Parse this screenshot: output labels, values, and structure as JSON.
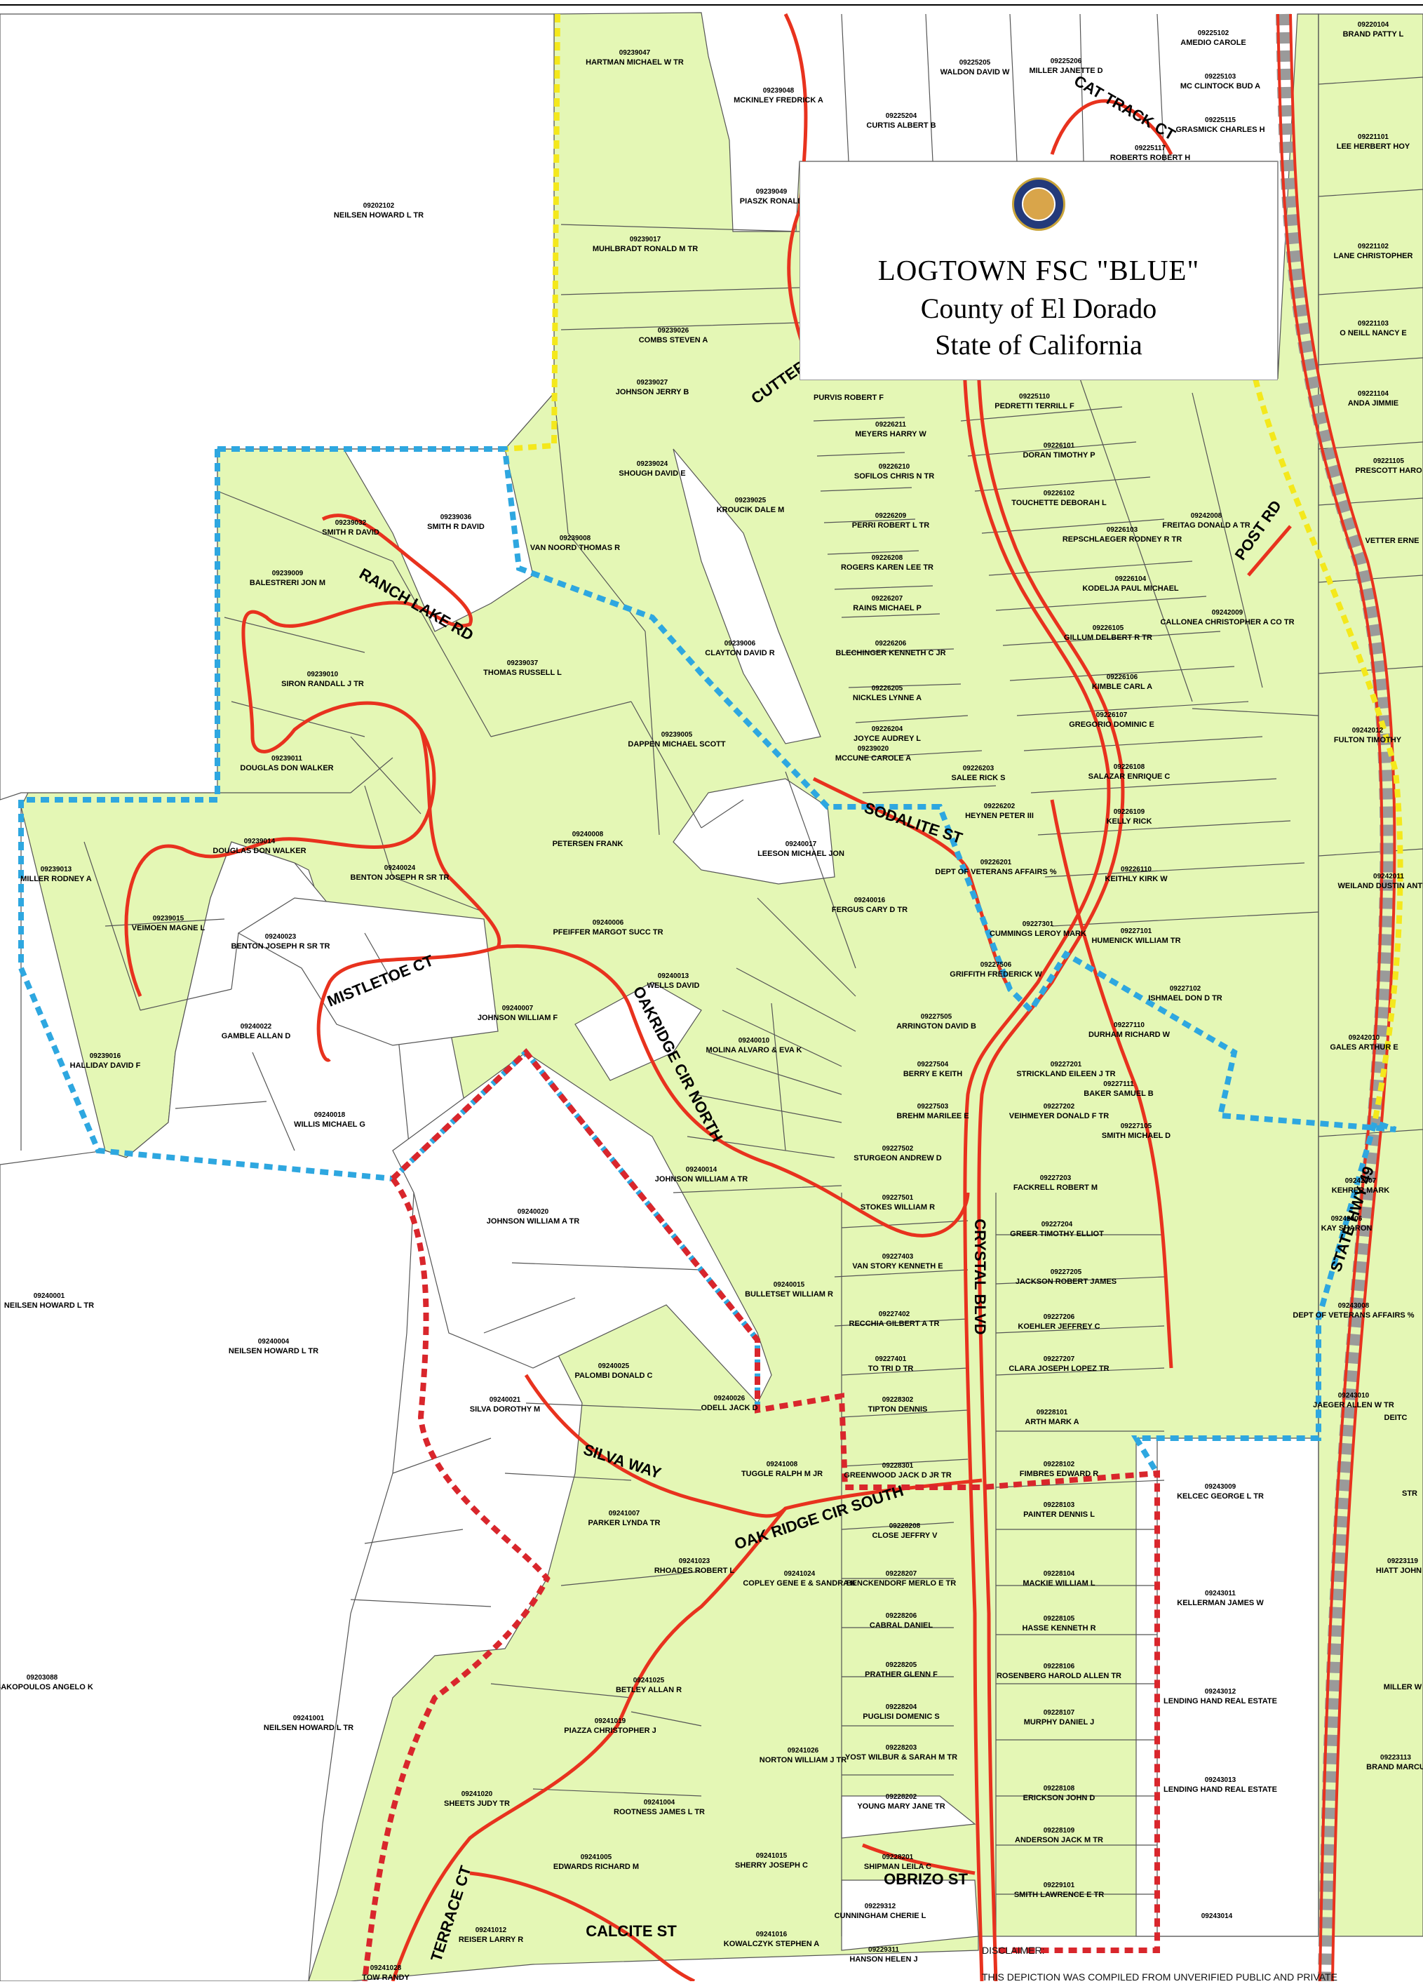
{
  "title": {
    "line1": "LOGTOWN  FSC  \"BLUE\"",
    "line2": "County of El Dorado",
    "line3": "State of California"
  },
  "colors": {
    "parcel_fill": "#e4f7b5",
    "road_red": "#e8321e",
    "fsc_blue_boundary": "#2ea7e0",
    "yellow_boundary": "#f4e81c",
    "red_boundary": "#d9262c",
    "highway_gray": "#9a9a9a"
  },
  "icons": {
    "seal": "el-dorado-county-seal-icon"
  },
  "roads": [
    "CAT TRACK CT",
    "CUTTER RD",
    "POST RD",
    "RANCH LAKE RD",
    "SODALITE ST",
    "MISTLETOE CT",
    "OAKRIDGE CIR NORTH",
    "CRYSTAL BLVD",
    "STATE HWY 49",
    "SILVA WAY",
    "OAK RIDGE CIR SOUTH",
    "TERRACE CT",
    "CALCITE ST",
    "OBRIZO ST"
  ],
  "parcels": [
    {
      "apn": "09239047",
      "owner": "HARTMAN MICHAEL W TR"
    },
    {
      "apn": "09239048",
      "owner": "MCKINLEY FREDRICK A"
    },
    {
      "apn": "09225205",
      "owner": "WALDON DAVID W"
    },
    {
      "apn": "09225206",
      "owner": "MILLER JANETTE D"
    },
    {
      "apn": "09225102",
      "owner": "AMEDIO CAROLE"
    },
    {
      "apn": "09225103",
      "owner": "MC CLINTOCK BUD A"
    },
    {
      "apn": "09225115",
      "owner": "GRASMICK CHARLES H"
    },
    {
      "apn": "09225204",
      "owner": "CURTIS ALBERT B"
    },
    {
      "apn": "09225117",
      "owner": "ROBERTS ROBERT H"
    },
    {
      "apn": "09220104",
      "owner": "BRAND PATTY L"
    },
    {
      "apn": "09221101",
      "owner": "LEE HERBERT HOY"
    },
    {
      "apn": "09202102",
      "owner": "NEILSEN HOWARD L TR"
    },
    {
      "apn": "09239049",
      "owner": "PIASZK RONALD"
    },
    {
      "apn": "09239017",
      "owner": "MUHLBRADT RONALD M TR"
    },
    {
      "apn": "09221102",
      "owner": "LANE CHRISTOPHER"
    },
    {
      "apn": "09221103",
      "owner": "O NEILL NANCY E"
    },
    {
      "apn": "09239026",
      "owner": "COMBS STEVEN A"
    },
    {
      "apn": "09221104",
      "owner": "ANDA JIMMIE"
    },
    {
      "apn": "09239027",
      "owner": "JOHNSON JERRY B"
    },
    {
      "apn": "",
      "owner": "PURVIS ROBERT F"
    },
    {
      "apn": "09225110",
      "owner": "PEDRETTI TERRILL F"
    },
    {
      "apn": "09226211",
      "owner": "MEYERS HARRY W"
    },
    {
      "apn": "09226101",
      "owner": "DORAN TIMOTHY P"
    },
    {
      "apn": "09221105",
      "owner": "PRESCOTT HARO"
    },
    {
      "apn": "09239024",
      "owner": "SHOUGH DAVID E"
    },
    {
      "apn": "09226210",
      "owner": "SOFILOS CHRIS N TR"
    },
    {
      "apn": "09226102",
      "owner": "TOUCHETTE DEBORAH L"
    },
    {
      "apn": "09239025",
      "owner": "KROUCIK DALE M"
    },
    {
      "apn": "09226209",
      "owner": "PERRI ROBERT L TR"
    },
    {
      "apn": "09242008",
      "owner": "FREITAG DONALD A TR"
    },
    {
      "apn": "09226103",
      "owner": "REPSCHLAEGER RODNEY R TR"
    },
    {
      "apn": "",
      "owner": "VETTER ERNE"
    },
    {
      "apn": "09239032",
      "owner": "SMITH R DAVID"
    },
    {
      "apn": "09239036",
      "owner": "SMITH R DAVID"
    },
    {
      "apn": "09239008",
      "owner": "VAN NOORD THOMAS R"
    },
    {
      "apn": "09226208",
      "owner": "ROGERS KAREN LEE TR"
    },
    {
      "apn": "09226104",
      "owner": "KODELJA PAUL MICHAEL"
    },
    {
      "apn": "09239009",
      "owner": "BALESTRERI JON M"
    },
    {
      "apn": "09226207",
      "owner": "RAINS MICHAEL P"
    },
    {
      "apn": "09242009",
      "owner": "CALLONEA CHRISTOPHER A CO TR"
    },
    {
      "apn": "09226105",
      "owner": "GILLUM DELBERT R TR"
    },
    {
      "apn": "09239006",
      "owner": "CLAYTON DAVID R"
    },
    {
      "apn": "09226206",
      "owner": "BLECHINGER KENNETH C JR"
    },
    {
      "apn": "09239037",
      "owner": "THOMAS RUSSELL L"
    },
    {
      "apn": "09239010",
      "owner": "SIRON RANDALL J TR"
    },
    {
      "apn": "09226106",
      "owner": "KIMBLE CARL A"
    },
    {
      "apn": "09226205",
      "owner": "NICKLES LYNNE A"
    },
    {
      "apn": "09226107",
      "owner": "GREGORIO DOMINIC E"
    },
    {
      "apn": "09226204",
      "owner": "JOYCE AUDREY L"
    },
    {
      "apn": "09242012",
      "owner": "FULTON TIMOTHY"
    },
    {
      "apn": "09239005",
      "owner": "DAPPEN MICHAEL SCOTT"
    },
    {
      "apn": "09239011",
      "owner": "DOUGLAS DON WALKER"
    },
    {
      "apn": "09239020",
      "owner": "MCCUNE CAROLE A"
    },
    {
      "apn": "09226203",
      "owner": "SALEE RICK S"
    },
    {
      "apn": "09226108",
      "owner": "SALAZAR ENRIQUE C"
    },
    {
      "apn": "09226202",
      "owner": "HEYNEN PETER III"
    },
    {
      "apn": "09226109",
      "owner": "KELLY RICK"
    },
    {
      "apn": "09240008",
      "owner": "PETERSEN FRANK"
    },
    {
      "apn": "09240017",
      "owner": "LEESON MICHAEL JON"
    },
    {
      "apn": "09239014",
      "owner": "DOUGLAS DON WALKER"
    },
    {
      "apn": "09239013",
      "owner": "MILLER RODNEY A"
    },
    {
      "apn": "09240024",
      "owner": "BENTON JOSEPH R SR TR"
    },
    {
      "apn": "09226201",
      "owner": "DEPT OF VETERANS AFFAIRS %"
    },
    {
      "apn": "09226110",
      "owner": "KEITHLY KIRK W"
    },
    {
      "apn": "09242011",
      "owner": "WEILAND DUSTIN ANTHON"
    },
    {
      "apn": "09240016",
      "owner": "FERGUS CARY D TR"
    },
    {
      "apn": "09239015",
      "owner": "VEIMOEN MAGNE L"
    },
    {
      "apn": "09240006",
      "owner": "PFEIFFER MARGOT SUCC TR"
    },
    {
      "apn": "09227301",
      "owner": "CUMMINGS LEROY MARK"
    },
    {
      "apn": "09227101",
      "owner": "HUMENICK WILLIAM TR"
    },
    {
      "apn": "09240023",
      "owner": "BENTON JOSEPH R SR TR"
    },
    {
      "apn": "09227506",
      "owner": "GRIFFITH FREDERICK W"
    },
    {
      "apn": "09240013",
      "owner": "WELLS DAVID"
    },
    {
      "apn": "09227102",
      "owner": "ISHMAEL DON D TR"
    },
    {
      "apn": "09240007",
      "owner": "JOHNSON WILLIAM F"
    },
    {
      "apn": "09227505",
      "owner": "ARRINGTON DAVID B"
    },
    {
      "apn": "09227110",
      "owner": "DURHAM RICHARD W"
    },
    {
      "apn": "09240022",
      "owner": "GAMBLE ALLAN D"
    },
    {
      "apn": "09240010",
      "owner": "MOLINA ALVARO & EVA K"
    },
    {
      "apn": "09242010",
      "owner": "GALES ARTHUR E"
    },
    {
      "apn": "09239016",
      "owner": "HALLIDAY DAVID F"
    },
    {
      "apn": "09227504",
      "owner": "BERRY E KEITH"
    },
    {
      "apn": "09227201",
      "owner": "STRICKLAND EILEEN J TR"
    },
    {
      "apn": "09227111",
      "owner": "BAKER SAMUEL B"
    },
    {
      "apn": "09227503",
      "owner": "BREHM MARILEE E"
    },
    {
      "apn": "09227202",
      "owner": "VEIHMEYER DONALD F TR"
    },
    {
      "apn": "09227105",
      "owner": "SMITH MICHAEL D"
    },
    {
      "apn": "09240018",
      "owner": "WILLIS MICHAEL G"
    },
    {
      "apn": "09227502",
      "owner": "STURGEON ANDREW D"
    },
    {
      "apn": "09240014",
      "owner": "JOHNSON WILLIAM A TR"
    },
    {
      "apn": "09227203",
      "owner": "FACKRELL ROBERT M"
    },
    {
      "apn": "09242007",
      "owner": "KEHRER MARK"
    },
    {
      "apn": "09240020",
      "owner": "JOHNSON WILLIAM A TR"
    },
    {
      "apn": "09227501",
      "owner": "STOKES WILLIAM R"
    },
    {
      "apn": "09227204",
      "owner": "GREER TIMOTHY ELLIOT"
    },
    {
      "apn": "09242006",
      "owner": "KAY SHARON"
    },
    {
      "apn": "09227403",
      "owner": "VAN STORY KENNETH E"
    },
    {
      "apn": "09227205",
      "owner": "JACKSON ROBERT JAMES"
    },
    {
      "apn": "09240015",
      "owner": "BULLETSET WILLIAM R"
    },
    {
      "apn": "09240001",
      "owner": "NEILSEN HOWARD L TR"
    },
    {
      "apn": "09227402",
      "owner": "RECCHIA GILBERT A TR"
    },
    {
      "apn": "09227206",
      "owner": "KOEHLER JEFFREY C"
    },
    {
      "apn": "09243008",
      "owner": "DEPT OF VETERANS AFFAIRS %"
    },
    {
      "apn": "09240004",
      "owner": "NEILSEN HOWARD L TR"
    },
    {
      "apn": "09227401",
      "owner": "TO TRI D TR"
    },
    {
      "apn": "09227207",
      "owner": "CLARA JOSEPH LOPEZ TR"
    },
    {
      "apn": "09240025",
      "owner": "PALOMBI DONALD C"
    },
    {
      "apn": "09240021",
      "owner": "SILVA DOROTHY M"
    },
    {
      "apn": "09240026",
      "owner": "ODELL JACK D"
    },
    {
      "apn": "09228302",
      "owner": "TIPTON DENNIS"
    },
    {
      "apn": "09243010",
      "owner": "JAEGER ALLEN W TR"
    },
    {
      "apn": "09228101",
      "owner": "ARTH MARK A"
    },
    {
      "apn": "",
      "owner": "DEITC"
    },
    {
      "apn": "09241008",
      "owner": "TUGGLE RALPH M JR"
    },
    {
      "apn": "09228301",
      "owner": "GREENWOOD JACK D JR TR"
    },
    {
      "apn": "09228102",
      "owner": "FIMBRES EDWARD R"
    },
    {
      "apn": "09243009",
      "owner": "KELCEC GEORGE L TR"
    },
    {
      "apn": "",
      "owner": "STR"
    },
    {
      "apn": "09241007",
      "owner": "PARKER LYNDA TR"
    },
    {
      "apn": "09228103",
      "owner": "PAINTER DENNIS L"
    },
    {
      "apn": "09228208",
      "owner": "CLOSE JEFFRY V"
    },
    {
      "apn": "09223119",
      "owner": "HIATT JOHN D"
    },
    {
      "apn": "09241023",
      "owner": "RHOADES ROBERT L"
    },
    {
      "apn": "09228207",
      "owner": "BENCKENDORF MERLO E TR"
    },
    {
      "apn": "09228104",
      "owner": "MACKIE WILLIAM L"
    },
    {
      "apn": "09241024",
      "owner": "COPLEY GENE E & SANDRA K"
    },
    {
      "apn": "09243011",
      "owner": "KELLERMAN JAMES W"
    },
    {
      "apn": "09228206",
      "owner": "CABRAL DANIEL"
    },
    {
      "apn": "09228105",
      "owner": "HASSE KENNETH R"
    },
    {
      "apn": "09203088",
      "owner": "TSAKOPOULOS ANGELO K"
    },
    {
      "apn": "09241025",
      "owner": "BETLEY ALLAN R"
    },
    {
      "apn": "09228205",
      "owner": "PRATHER GLENN F"
    },
    {
      "apn": "09228106",
      "owner": "ROSENBERG HAROLD ALLEN TR"
    },
    {
      "apn": "",
      "owner": "MILLER W"
    },
    {
      "apn": "09243012",
      "owner": "LENDING HAND REAL ESTATE"
    },
    {
      "apn": "09241001",
      "owner": "NEILSEN HOWARD L TR"
    },
    {
      "apn": "09241019",
      "owner": "PIAZZA CHRISTOPHER J"
    },
    {
      "apn": "09228204",
      "owner": "PUGLISI DOMENIC S"
    },
    {
      "apn": "09241026",
      "owner": "NORTON WILLIAM J TR"
    },
    {
      "apn": "09228107",
      "owner": "MURPHY DANIEL J"
    },
    {
      "apn": "09228203",
      "owner": "YOST WILBUR & SARAH M TR"
    },
    {
      "apn": "09223113",
      "owner": "BRAND MARCU"
    },
    {
      "apn": "09243013",
      "owner": "LENDING HAND REAL ESTATE"
    },
    {
      "apn": "09241020",
      "owner": "SHEETS JUDY TR"
    },
    {
      "apn": "09241004",
      "owner": "ROOTNESS JAMES L TR"
    },
    {
      "apn": "09228108",
      "owner": "ERICKSON JOHN D"
    },
    {
      "apn": "09228202",
      "owner": "YOUNG MARY JANE TR"
    },
    {
      "apn": "09228109",
      "owner": "ANDERSON JACK M TR"
    },
    {
      "apn": "09241005",
      "owner": "EDWARDS RICHARD M"
    },
    {
      "apn": "09241015",
      "owner": "SHERRY JOSEPH C"
    },
    {
      "apn": "09228201",
      "owner": "SHIPMAN LEILA C"
    },
    {
      "apn": "09229101",
      "owner": "SMITH LAWRENCE E TR"
    },
    {
      "apn": "09229312",
      "owner": "CUNNINGHAM CHERIE L"
    },
    {
      "apn": "09243014",
      "owner": ""
    },
    {
      "apn": "09241012",
      "owner": "REISER LARRY R"
    },
    {
      "apn": "09241016",
      "owner": "KOWALCZYK STEPHEN A"
    },
    {
      "apn": "09229311",
      "owner": "HANSON HELEN J"
    },
    {
      "apn": "09241028",
      "owner": "TOW RANDY"
    }
  ],
  "disclaimer": {
    "heading": "DISCLAIMER:",
    "text": "THIS DEPICTION WAS COMPILED FROM UNVERIFIED PUBLIC AND PRIVATE"
  }
}
